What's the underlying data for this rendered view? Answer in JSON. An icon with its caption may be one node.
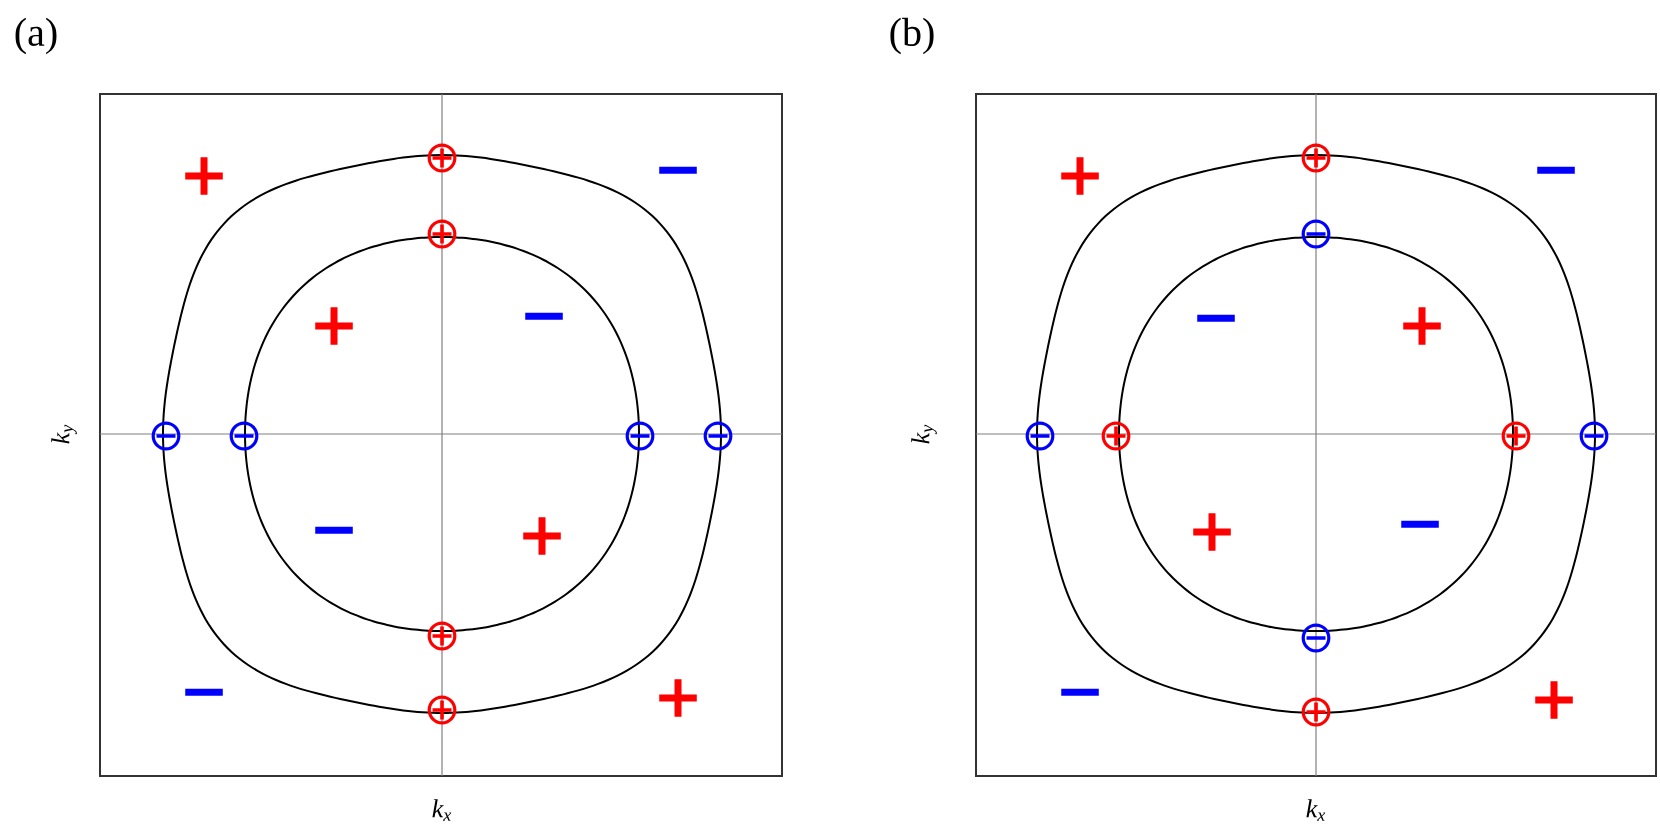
{
  "diagram": {
    "labels": [
      "(a)",
      "+",
      "−",
      "+",
      "−",
      "−",
      "+",
      "−",
      "+",
      "⊕",
      "⊕",
      "⊕",
      "⊕",
      "⊖",
      "⊖",
      "⊖",
      "⊖",
      "k$_{y}$",
      "k$_{x}$",
      "(b)",
      "+",
      "−",
      "−",
      "+",
      "+",
      "−",
      "−",
      "+",
      "⊕",
      "⊖",
      "⊖",
      "⊕",
      "⊕",
      "⊖",
      "⊖",
      "⊕",
      "k$_{y}$",
      "k$_{x}$"
    ]
  }
}
